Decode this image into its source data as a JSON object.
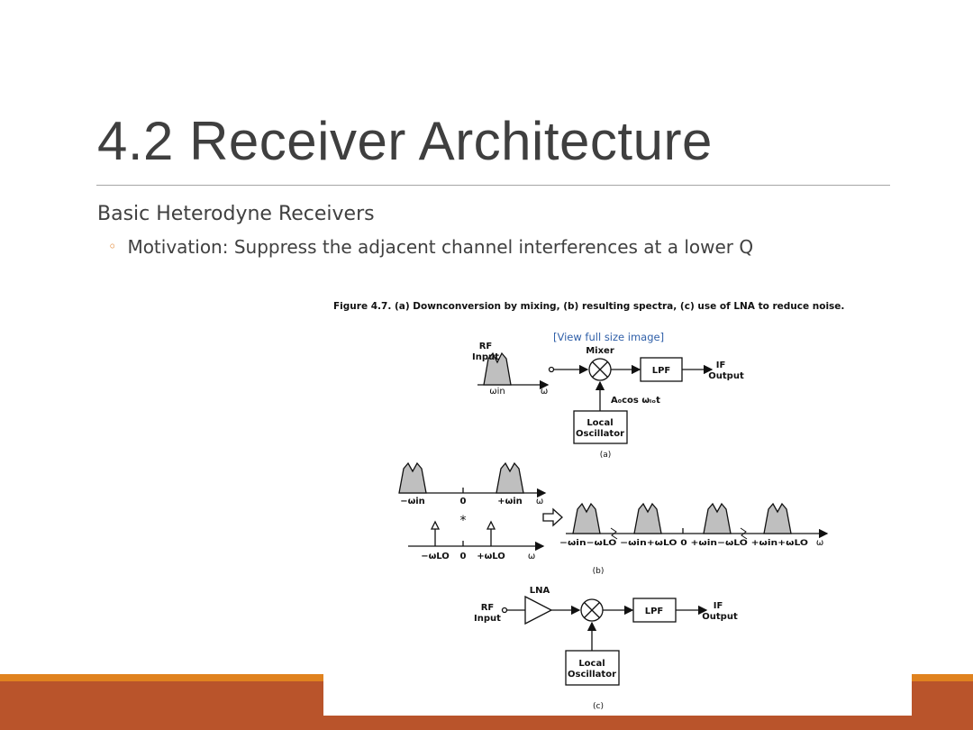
{
  "slide": {
    "title": "4.2 Receiver Architecture",
    "subtitle": "Basic Heterodyne Receivers",
    "bullet": "Motivation: Suppress the adjacent channel interferences at a lower Q"
  },
  "figure": {
    "caption": "Figure 4.7. (a) Downconversion by mixing, (b) resulting spectra, (c) use of LNA to reduce noise.",
    "link": "[View full size image]",
    "a": {
      "rf_input_1": "RF",
      "rf_input_2": "Input",
      "mixer": "Mixer",
      "lpf": "LPF",
      "if_1": "IF",
      "if_2": "Output",
      "lo_signal": "A₀cos ωₗₒt",
      "local_1": "Local",
      "local_2": "Oscillator",
      "w_in": "ωin",
      "w": "ω",
      "tag": "(a)"
    },
    "b": {
      "neg_w_in": "−ωin",
      "zero": "0",
      "pos_w_in": "+ωin",
      "w": "ω",
      "star": "*",
      "neg_w_lo": "−ωLO",
      "pos_w_lo": "+ωLO",
      "out_labels": "−ωin−ωLO  −ωin+ωLO  0  +ωin−ωLO  +ωin+ωLO",
      "tag": "(b)"
    },
    "c": {
      "lna": "LNA",
      "rf_input_1": "RF",
      "rf_input_2": "Input",
      "lpf": "LPF",
      "if_1": "IF",
      "if_2": "Output",
      "local_1": "Local",
      "local_2": "Oscillator",
      "tag": "(c)"
    }
  }
}
